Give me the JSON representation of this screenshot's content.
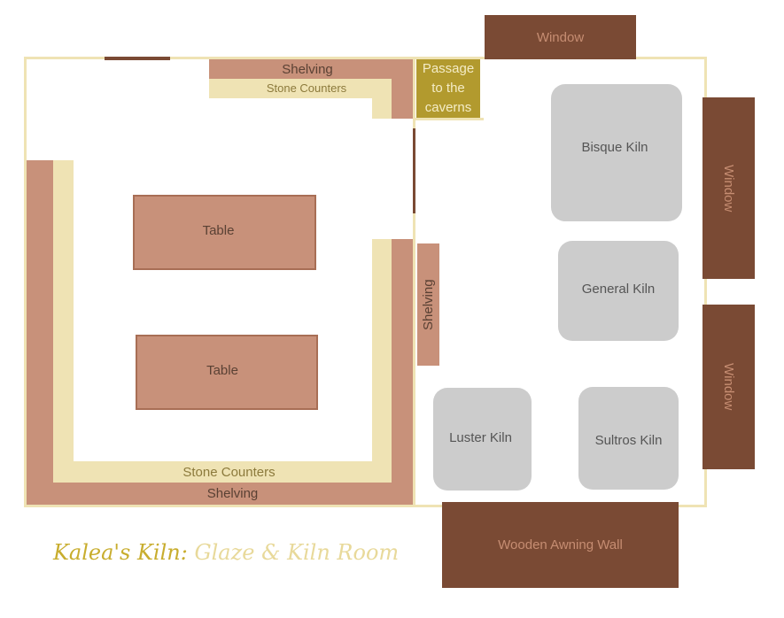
{
  "rooms": {
    "window_top": "Window",
    "window_right_upper": "Window",
    "window_right_lower": "Window",
    "awning": "Wooden Awning Wall",
    "shelving_top": "Shelving",
    "stone_counters_top": "Stone Counters",
    "passage": "Passage\nto the\ncaverns",
    "table_1": "Table",
    "table_2": "Table",
    "shelving_middle": "Shelving",
    "stone_counters_bottom": "Stone Counters",
    "shelving_bottom": "Shelving",
    "bisque_kiln": "Bisque Kiln",
    "general_kiln": "General Kiln",
    "luster_kiln": "Luster Kiln",
    "sultros_kiln": "Sultros Kiln"
  },
  "title": {
    "prefix": "Kalea's Kiln:",
    "suffix": "Glaze & Kiln Room"
  },
  "colors": {
    "wall": "#efe3b4",
    "shelving": "#c8917a",
    "counters": "#efe3b4",
    "wood": "#7a4a34",
    "kiln": "#cccccc",
    "passage": "#b29a2e"
  }
}
